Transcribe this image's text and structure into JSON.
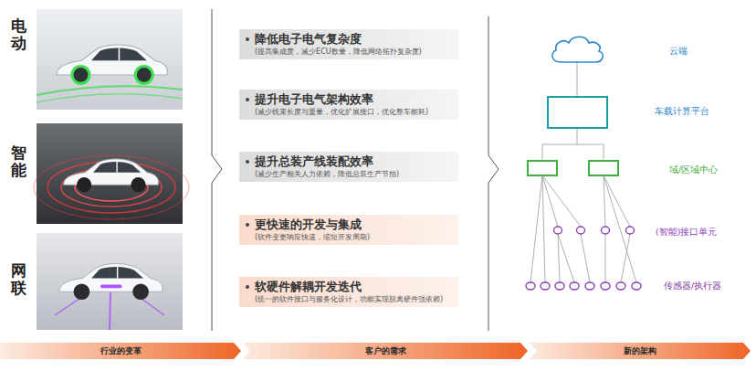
{
  "diagram": {
    "nodes": [
      {
        "text": [
          "降低电子电气复杂度",
          "(提高集成度，减少ECU数量，降低网络拓扑复杂度)"
        ]
      },
      {
        "text": [
          "提升电子电气架构效率",
          "(减少线束长度与重量，优化扩展接口，优化整车能耗)"
        ]
      },
      {
        "text": [
          "提升总装产线装配效率",
          "(减少生产相关人力依赖，降低总装生产节拍)"
        ]
      },
      {
        "text": [
          "更快速的开发与集成",
          "(软件变更响应快速，缩短开发周期)"
        ]
      },
      {
        "text": [
          "软硬件解耦开发迭代",
          "(统一的软件接口与服务化设计，功能实现脱离硬件强依赖)"
        ]
      },
      {
        "text": [
          "行业的变革"
        ]
      },
      {
        "text": [
          "客户的需求"
        ]
      },
      {
        "text": [
          "新的架构"
        ]
      }
    ],
    "labels": [
      "电动",
      "智能",
      "网联",
      "云端",
      "车载计算平台",
      "域/区域中心",
      "(智能)接口单元",
      "传感器/执行器"
    ]
  }
}
